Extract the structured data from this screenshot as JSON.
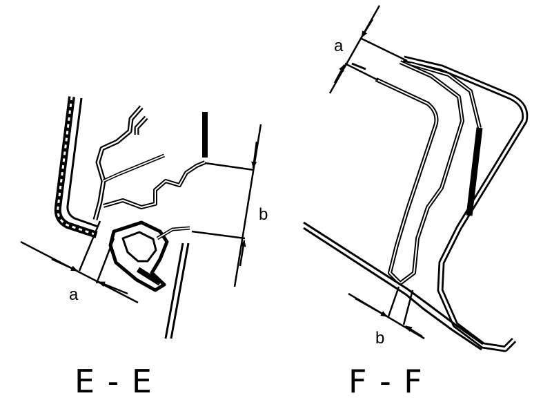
{
  "sections": [
    {
      "id": "E-E",
      "title": "E - E",
      "dimensions": [
        "a",
        "b"
      ]
    },
    {
      "id": "F-F",
      "title": "F - F",
      "dimensions": [
        "a",
        "b"
      ]
    }
  ],
  "colors": {
    "line": "#000000",
    "background": "#ffffff"
  }
}
